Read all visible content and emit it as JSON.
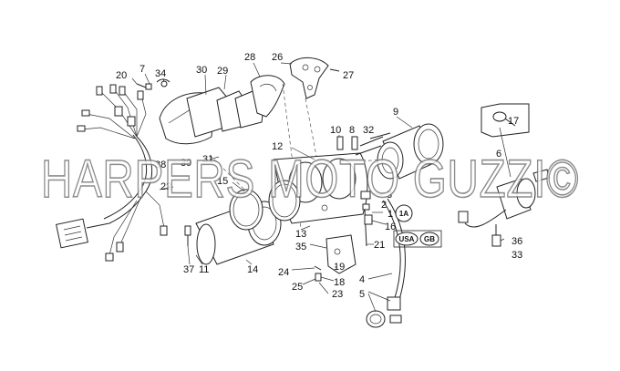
{
  "watermark": "HARPERS MOTO GUZZI©",
  "callouts": {
    "c20": "20",
    "c7": "7",
    "c34": "34",
    "c30": "30",
    "c29": "29",
    "c28": "28",
    "c26": "26",
    "c27": "27",
    "c9": "9",
    "c10": "10",
    "c8": "8",
    "c32": "32",
    "c17": "17",
    "c6": "6",
    "c12": "12",
    "c38": "38",
    "c39": "39",
    "c31": "31",
    "c22": "22",
    "c15": "15",
    "c3": "3",
    "c2": "2",
    "c1": "1",
    "c1a": "1A",
    "c16": "16",
    "c13": "13",
    "c21": "21",
    "c35": "35",
    "c36": "36",
    "c33": "33",
    "c14": "14",
    "c37": "37",
    "c11": "11",
    "c24": "24",
    "c19": "19",
    "c18": "18",
    "c25": "25",
    "c23": "23",
    "c4": "4",
    "c5": "5"
  },
  "badges": {
    "usa": "USA",
    "gb": "GB"
  }
}
